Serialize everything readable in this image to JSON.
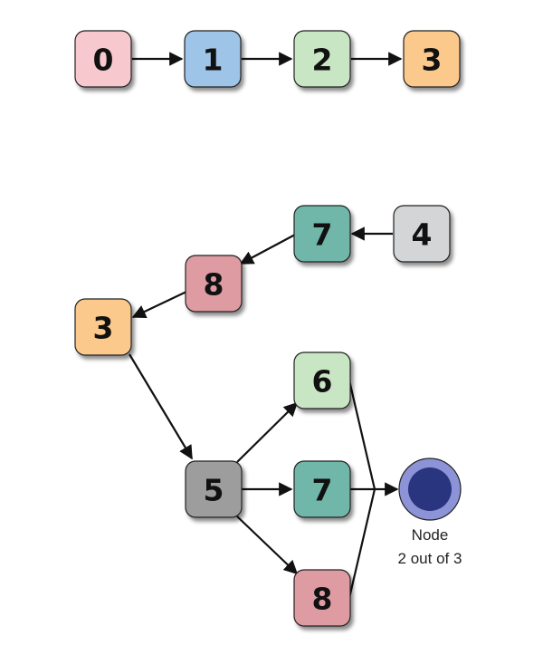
{
  "colors": {
    "pink": "#f7c9ce",
    "blue": "#9ec4e8",
    "light_green": "#c9e6c4",
    "orange": "#fbc98c",
    "teal": "#6fb7a9",
    "light_gray": "#d3d5d7",
    "rose": "#de9ca2",
    "dark_gray": "#9d9d9d",
    "circle_outer": "#8c93d6",
    "circle_inner": "#2a3580",
    "edge": "#111111"
  },
  "chain": {
    "nodes": [
      {
        "id": "c0",
        "label": "0",
        "color": "pink"
      },
      {
        "id": "c1",
        "label": "1",
        "color": "blue"
      },
      {
        "id": "c2",
        "label": "2",
        "color": "light_green"
      },
      {
        "id": "c3",
        "label": "3",
        "color": "orange"
      }
    ]
  },
  "tree": {
    "nodes": [
      {
        "id": "t4",
        "label": "4",
        "color": "light_gray"
      },
      {
        "id": "t7a",
        "label": "7",
        "color": "teal"
      },
      {
        "id": "t8a",
        "label": "8",
        "color": "rose"
      },
      {
        "id": "t3",
        "label": "3",
        "color": "orange"
      },
      {
        "id": "t5",
        "label": "5",
        "color": "dark_gray"
      },
      {
        "id": "t6",
        "label": "6",
        "color": "light_green"
      },
      {
        "id": "t7b",
        "label": "7",
        "color": "teal"
      },
      {
        "id": "t8b",
        "label": "8",
        "color": "rose"
      }
    ]
  },
  "target": {
    "caption_line1": "Node",
    "caption_line2": "2 out of 3"
  }
}
